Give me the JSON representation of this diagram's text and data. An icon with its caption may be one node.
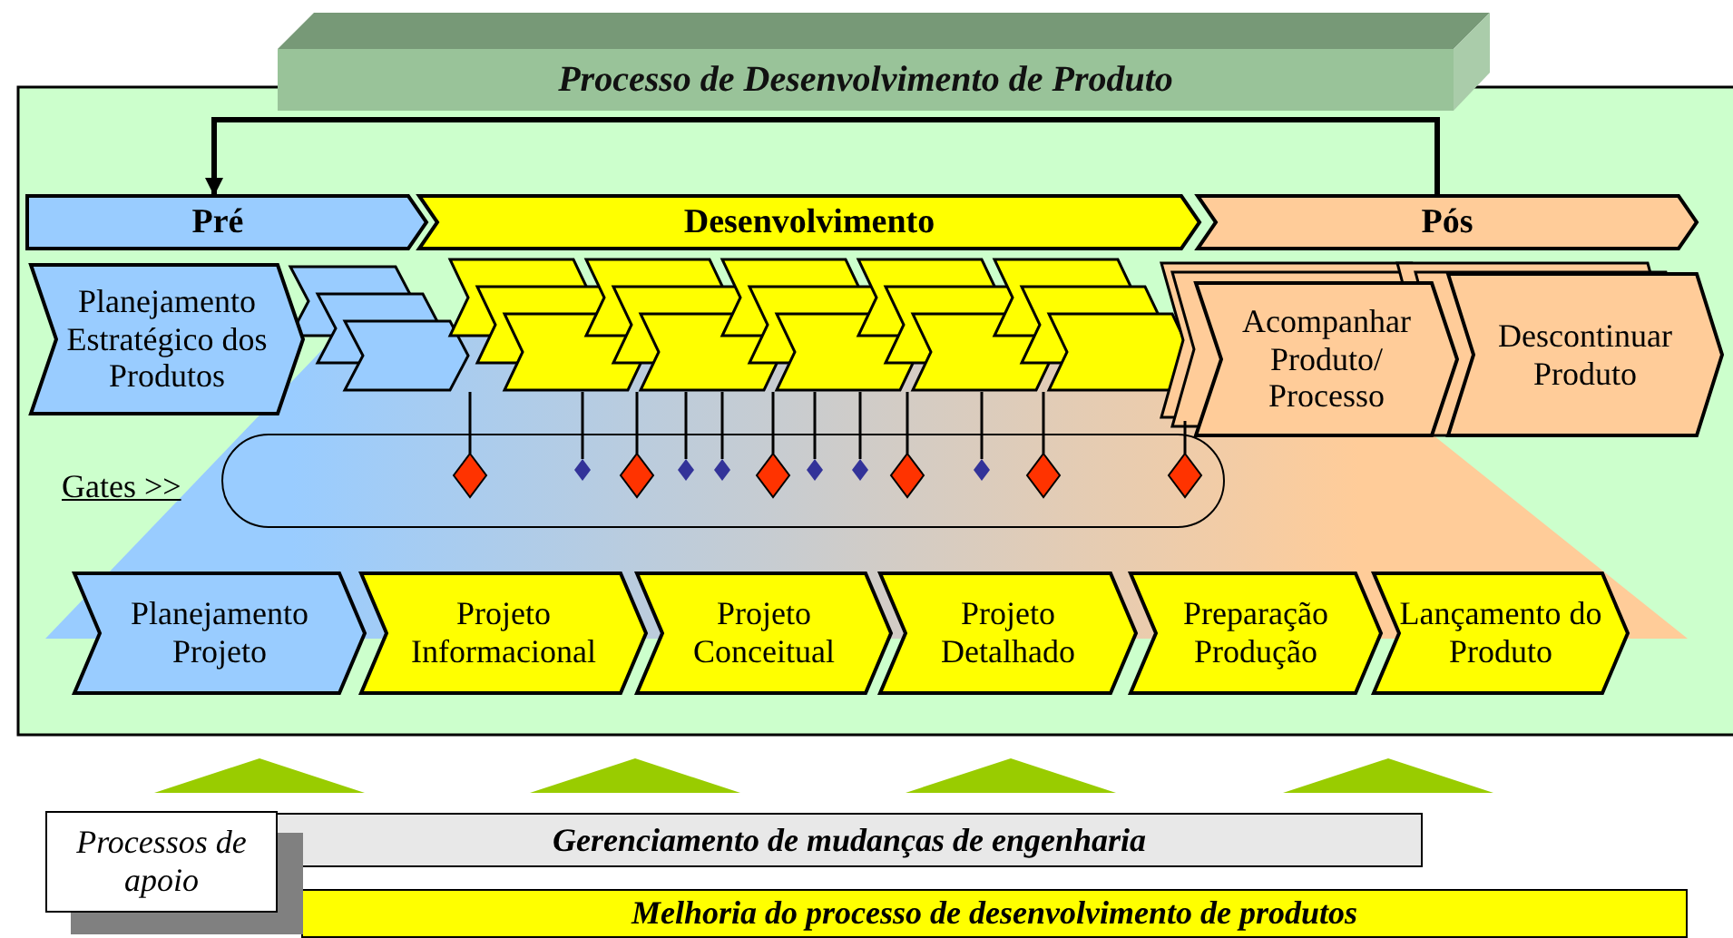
{
  "diagram": {
    "nodes": [
      {
        "text": [
          "Processo de Desenvolvimento de Produto"
        ]
      },
      {
        "text": [
          "Pré"
        ]
      },
      {
        "text": [
          "Desenvolvimento"
        ]
      },
      {
        "text": [
          "Pós"
        ]
      },
      {
        "text": [
          "Planejamento Estratégico dos Produtos"
        ]
      },
      {
        "text": [
          "Acompanhar Produto/ Processo"
        ]
      },
      {
        "text": [
          "Descontinuar Produto"
        ]
      },
      {
        "text": [],
        "shape": "box",
        "beside": [
          "Gates >>"
        ]
      },
      {
        "text": [
          "Planejamento Projeto"
        ]
      },
      {
        "text": [
          "Projeto Informacional"
        ]
      },
      {
        "text": [
          "Projeto Conceitual"
        ]
      },
      {
        "text": [
          "Projeto Detalhado"
        ]
      },
      {
        "text": [
          "Preparação Produção"
        ]
      },
      {
        "text": [
          "Lançamento do Produto"
        ]
      },
      {
        "text": [
          "Processos de apoio"
        ]
      },
      {
        "text": [
          "Gerenciamento de mudanças de engenharia"
        ]
      },
      {
        "text": [
          "Melhoria do processo de desenvolvimento de produtos"
        ]
      }
    ],
    "edges": [
      {
        "from": 3,
        "to": 1,
        "arrow": "to"
      }
    ]
  }
}
